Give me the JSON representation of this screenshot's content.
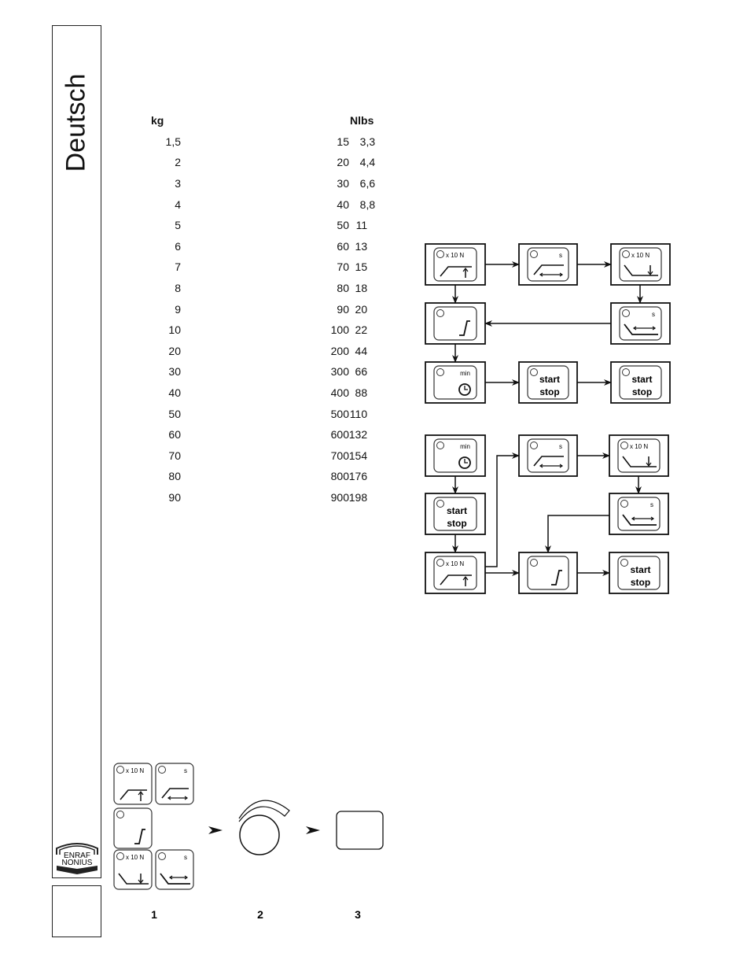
{
  "sidebar": {
    "language": "Deutsch",
    "logo_text": [
      "ENRAF",
      "NONIUS"
    ]
  },
  "table": {
    "headers": [
      "kg",
      "N",
      "lbs"
    ],
    "rows": [
      [
        "1,5",
        "15",
        "3,3"
      ],
      [
        "2",
        "20",
        "4,4"
      ],
      [
        "3",
        "30",
        "6,6"
      ],
      [
        "4",
        "40",
        "8,8"
      ],
      [
        "5",
        "50",
        "11"
      ],
      [
        "6",
        "60",
        "13"
      ],
      [
        "7",
        "70",
        "15"
      ],
      [
        "8",
        "80",
        "18"
      ],
      [
        "9",
        "90",
        "20"
      ],
      [
        "10",
        "100",
        "22"
      ],
      [
        "20",
        "200",
        "44"
      ],
      [
        "30",
        "300",
        "66"
      ],
      [
        "40",
        "400",
        "88"
      ],
      [
        "50",
        "500",
        "110"
      ],
      [
        "60",
        "600",
        "132"
      ],
      [
        "70",
        "700",
        "154"
      ],
      [
        "80",
        "800",
        "176"
      ],
      [
        "90",
        "900",
        "198"
      ]
    ]
  },
  "keys": {
    "force_unit": "x 10 N",
    "time_unit": "s",
    "timer_unit": "min",
    "start": "start",
    "stop": "stop"
  },
  "steps": {
    "one": "1",
    "two": "2",
    "three": "3"
  }
}
